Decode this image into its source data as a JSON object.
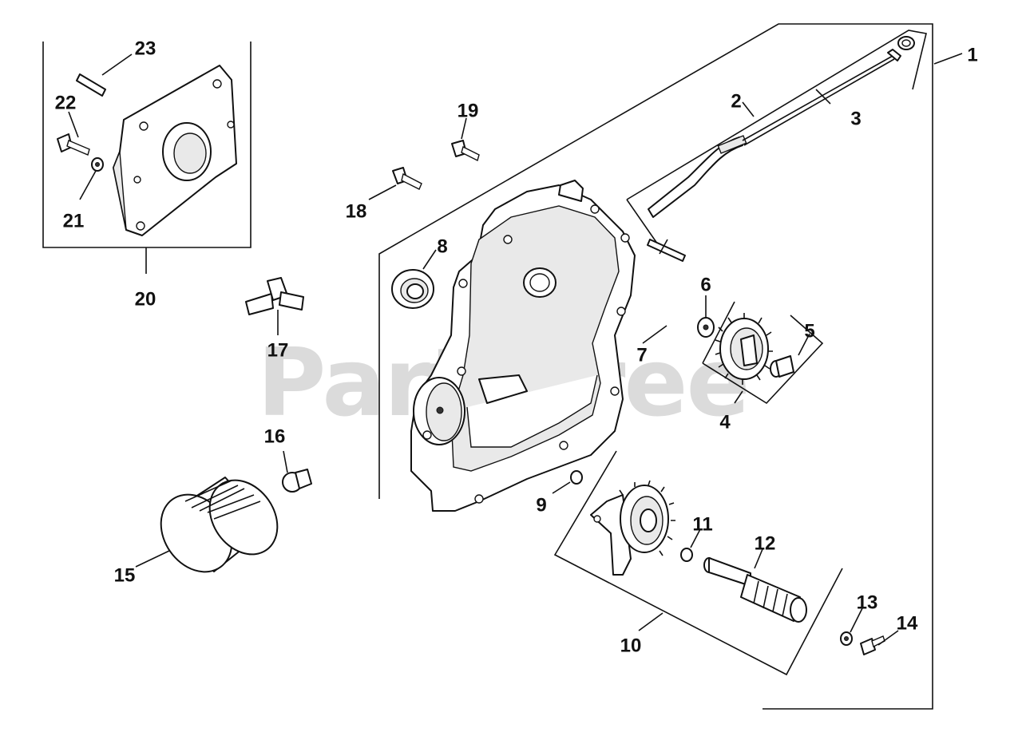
{
  "watermark": "PartsTree",
  "callouts": [
    "1",
    "2",
    "3",
    "4",
    "5",
    "6",
    "7",
    "8",
    "9",
    "10",
    "11",
    "12",
    "13",
    "14",
    "15",
    "16",
    "17",
    "18",
    "19",
    "20",
    "21",
    "22",
    "23"
  ],
  "colors": {
    "ink": "#111111",
    "watermark": "#cfcfcf",
    "background": "#ffffff"
  }
}
